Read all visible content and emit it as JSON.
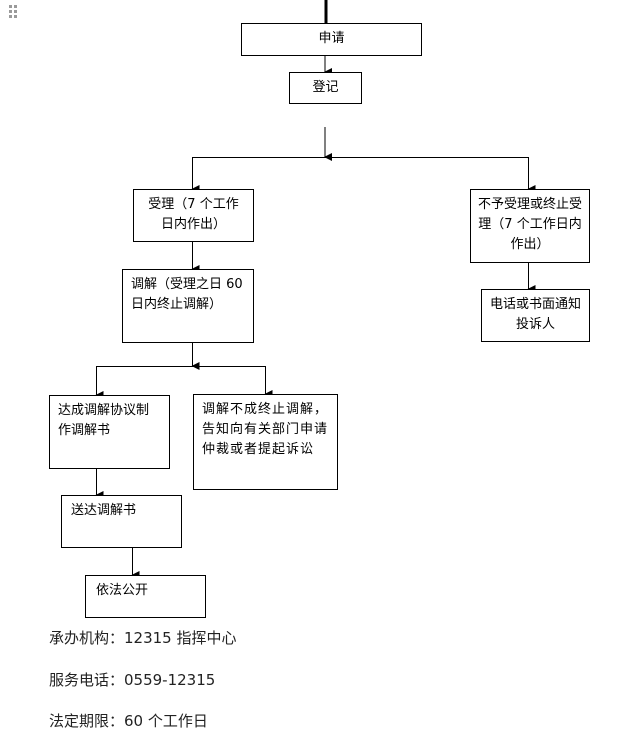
{
  "diagram": {
    "nodes": {
      "apply": "申请",
      "register": "登记",
      "accept": "受理（7 个工作日内作出）",
      "reject": "不予受理或终止受理（7 个工作日内作出）",
      "notify": "电话或书面通知投诉人",
      "mediate": "调解（受理之日 60 日内终止调解）",
      "agreement": "达成调解协议制作调解书",
      "failed": "调解不成终止调解，告知向有关部门申请仲裁或者提起诉讼",
      "deliver": "送达调解书",
      "publish": "依法公开"
    },
    "edges": [
      [
        "apply",
        "register"
      ],
      [
        "register",
        "accept"
      ],
      [
        "register",
        "reject"
      ],
      [
        "reject",
        "notify"
      ],
      [
        "accept",
        "mediate"
      ],
      [
        "mediate",
        "agreement"
      ],
      [
        "mediate",
        "failed"
      ],
      [
        "agreement",
        "deliver"
      ],
      [
        "deliver",
        "publish"
      ]
    ]
  },
  "info": {
    "agency": "承办机构：12315 指挥中心",
    "phone": "服务电话：0559-12315",
    "deadline": "法定期限：60 个工作日"
  },
  "icons": {
    "drag_handle": "grip-icon"
  }
}
